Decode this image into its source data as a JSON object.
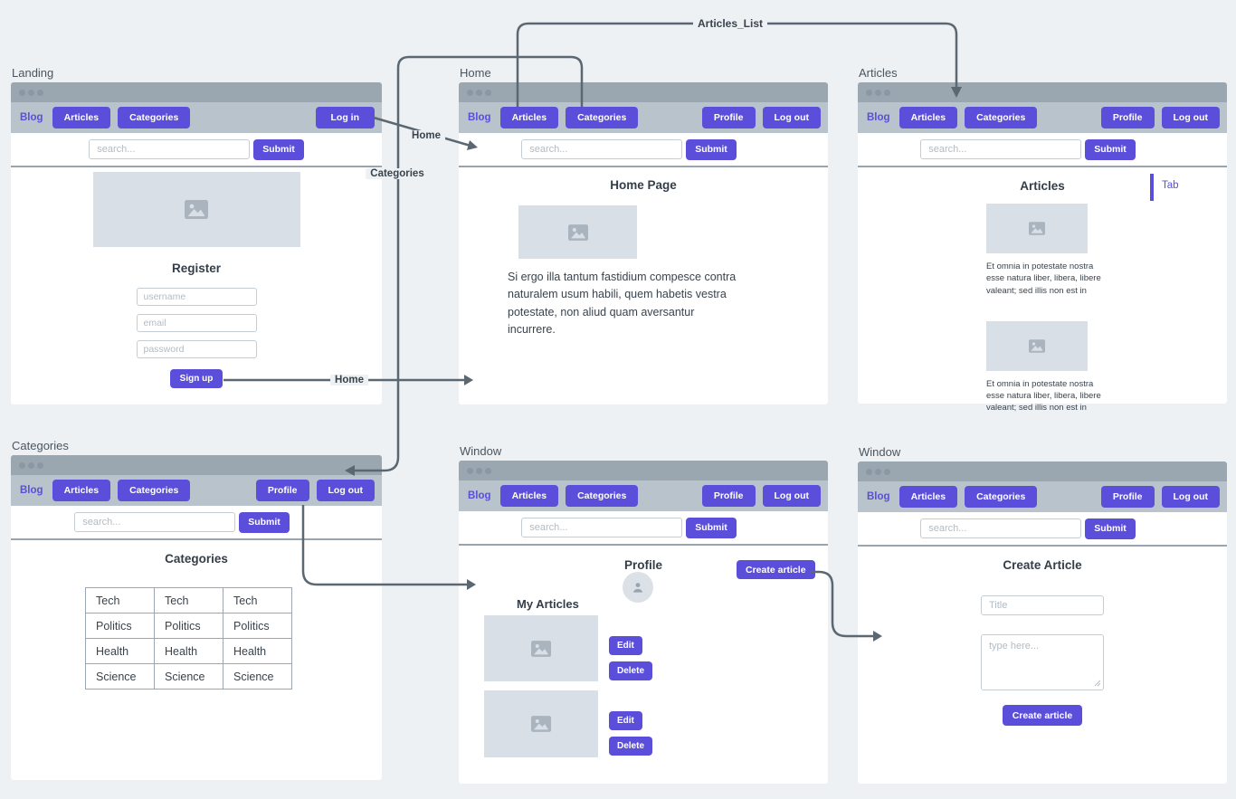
{
  "colors": {
    "accent": "#5b4edb",
    "page_bg": "#edf1f4",
    "chrome_bar": "#9aa6b0",
    "chrome_dot": "#8b97a2",
    "nav_bar": "#b8c3cb",
    "connector": "#5b6872",
    "ink": "#39434d",
    "img_placeholder": "#d9dfe6",
    "img_icon": "#a9b4bf",
    "divider": "#98a4ae"
  },
  "connectors": {
    "articles_list": "Articles_List",
    "home_top": "Home",
    "categories": "Categories",
    "home_bottom": "Home"
  },
  "windows": {
    "landing": {
      "title": "Landing",
      "nav": {
        "brand": "Blog",
        "articles": "Articles",
        "categories": "Categories",
        "login": "Log in"
      },
      "search": {
        "placeholder": "search...",
        "submit": "Submit"
      },
      "content": {
        "heading": "Register",
        "fields": [
          {
            "placeholder": "username"
          },
          {
            "placeholder": "email"
          },
          {
            "placeholder": "password"
          }
        ],
        "signup": "Sign up"
      }
    },
    "home": {
      "title": "Home",
      "nav": {
        "brand": "Blog",
        "articles": "Articles",
        "categories": "Categories",
        "profile": "Profile",
        "logout": "Log out"
      },
      "search": {
        "placeholder": "search...",
        "submit": "Submit"
      },
      "content": {
        "heading": "Home Page",
        "paragraph": "Si ergo illa tantum fastidium compesce contra naturalem usum habili, quem habetis vestra potestate, non aliud quam aversantur incurrere."
      }
    },
    "articles": {
      "title": "Articles",
      "nav": {
        "brand": "Blog",
        "articles": "Articles",
        "categories": "Categories",
        "profile": "Profile",
        "logout": "Log out"
      },
      "search": {
        "placeholder": "search...",
        "submit": "Submit"
      },
      "content": {
        "heading": "Articles",
        "tab_label": "Tab",
        "cards": [
          {
            "text": "Et omnia in potestate nostra esse natura liber, libera, libere valeant; sed illis non est in"
          },
          {
            "text": "Et omnia in potestate nostra esse natura liber, libera, libere valeant; sed illis non est in"
          }
        ]
      }
    },
    "categories": {
      "title": "Categories",
      "nav": {
        "brand": "Blog",
        "articles": "Articles",
        "categories": "Categories",
        "profile": "Profile",
        "logout": "Log out"
      },
      "search": {
        "placeholder": "search...",
        "submit": "Submit"
      },
      "content": {
        "heading": "Categories",
        "table": [
          [
            "Tech",
            "Tech",
            "Tech"
          ],
          [
            "Politics",
            "Politics",
            "Politics"
          ],
          [
            "Health",
            "Health",
            "Health"
          ],
          [
            "Science",
            "Science",
            "Science"
          ]
        ]
      }
    },
    "profile": {
      "title": "Window",
      "nav": {
        "brand": "Blog",
        "articles": "Articles",
        "categories": "Categories",
        "profile": "Profile",
        "logout": "Log out"
      },
      "search": {
        "placeholder": "search...",
        "submit": "Submit"
      },
      "content": {
        "heading": "Profile",
        "create_button": "Create article",
        "my_articles": "My Articles",
        "rows": [
          {
            "edit": "Edit",
            "delete": "Delete"
          },
          {
            "edit": "Edit",
            "delete": "Delete"
          }
        ]
      }
    },
    "create": {
      "title": "Window",
      "nav": {
        "brand": "Blog",
        "articles": "Articles",
        "categories": "Categories",
        "profile": "Profile",
        "logout": "Log out"
      },
      "search": {
        "placeholder": "search...",
        "submit": "Submit"
      },
      "content": {
        "heading": "Create Article",
        "title_placeholder": "Title",
        "body_placeholder": "type here...",
        "submit": "Create article"
      }
    }
  }
}
